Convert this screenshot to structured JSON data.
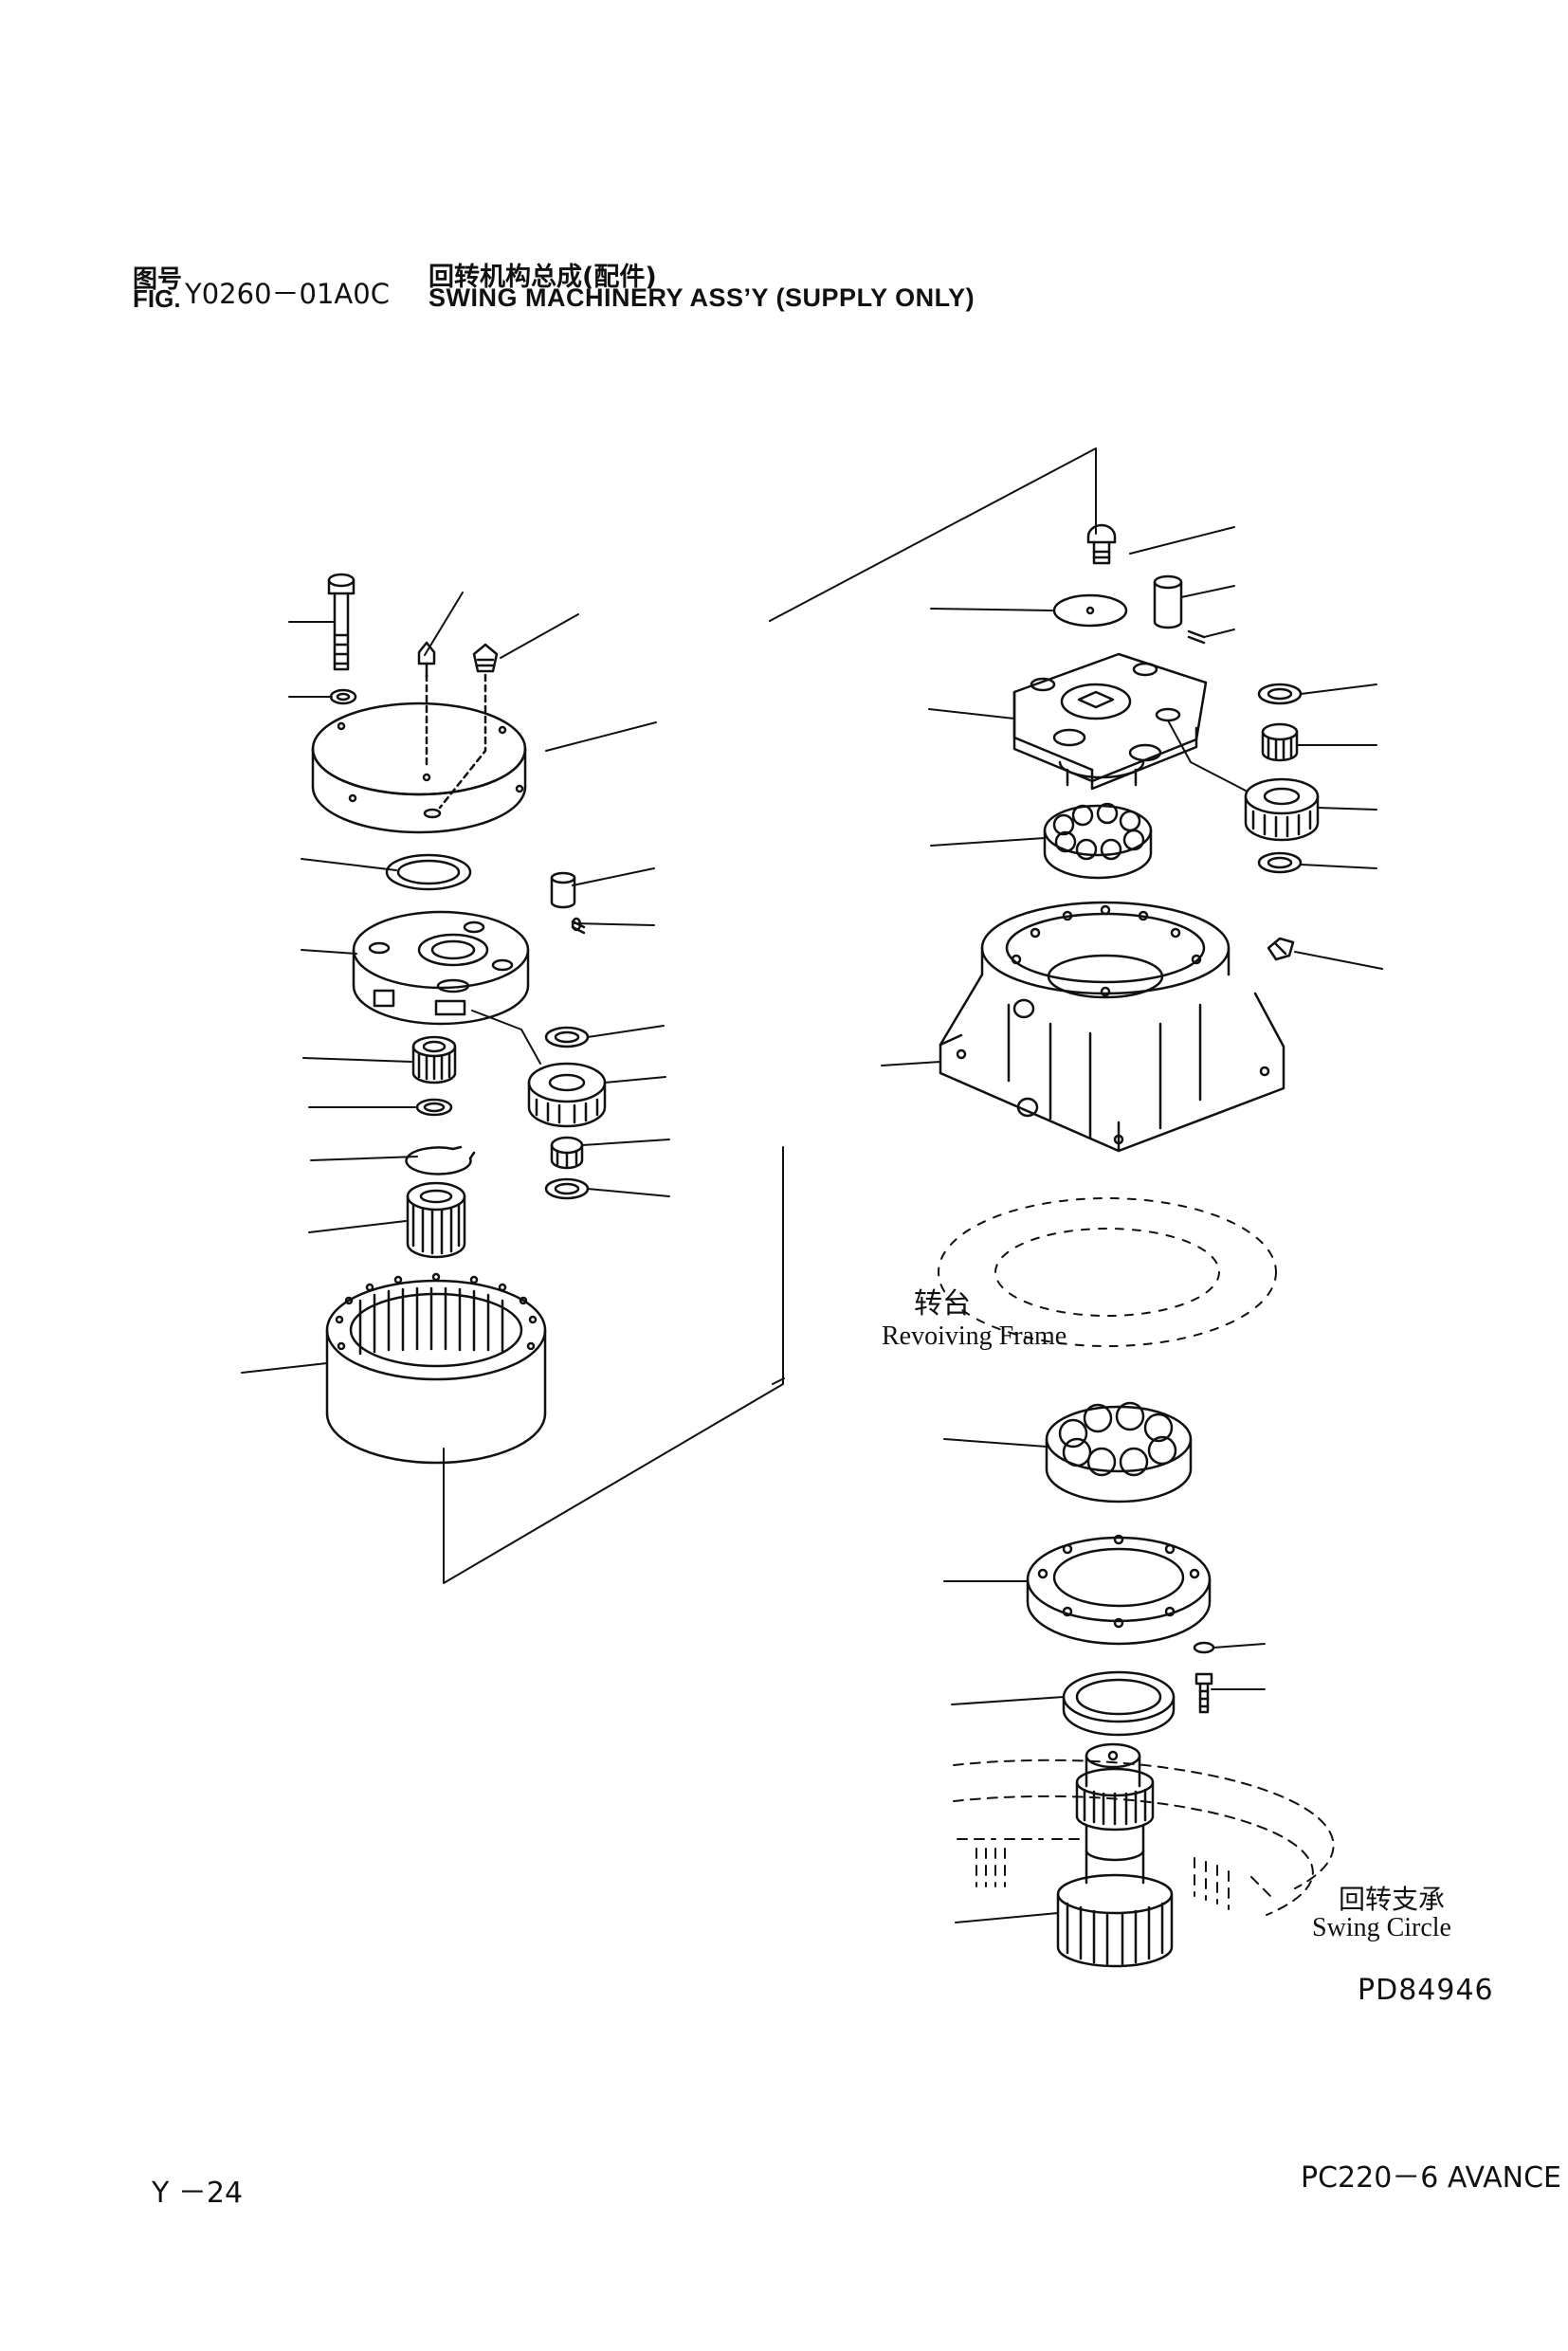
{
  "header": {
    "fig_label_cn": "图号",
    "fig_label_en": "FIG.",
    "fig_code": "Y0260－01A0C",
    "title_cn": "回转机构总成(配件)",
    "title_en": "SWING MACHINERY ASS’Y (SUPPLY ONLY)"
  },
  "labels": {
    "revolving_frame_cn": "转台",
    "revolving_frame_en": "Revoiving Frame",
    "swing_circle_cn": "回转支承",
    "swing_circle_en": "Swing Circle"
  },
  "footer": {
    "drawing_number": "PD84946",
    "page_number": "Y －24",
    "model": "PC220－6 AVANCE"
  }
}
